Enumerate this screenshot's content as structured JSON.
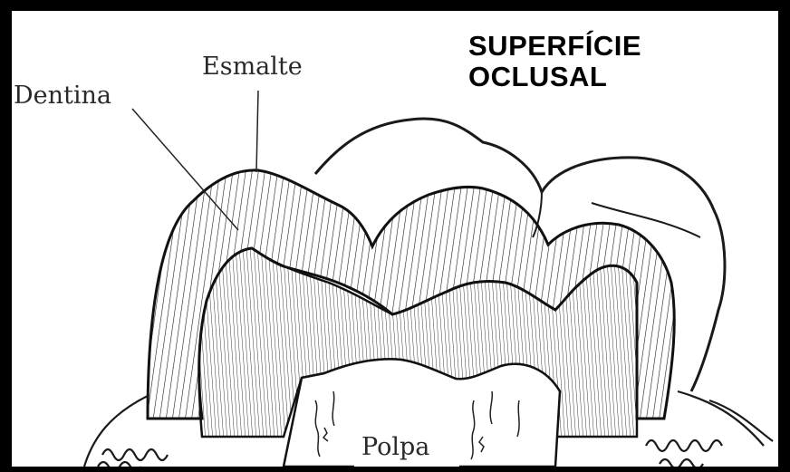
{
  "title": {
    "line1": "SUPERFÍCIE",
    "line2": "OCLUSAL"
  },
  "labels": {
    "enamel": "Esmalte",
    "dentin": "Dentina",
    "pulp": "Polpa"
  },
  "colors": {
    "frame": "#000000",
    "background": "#ffffff",
    "ink": "#1a1a1a"
  }
}
